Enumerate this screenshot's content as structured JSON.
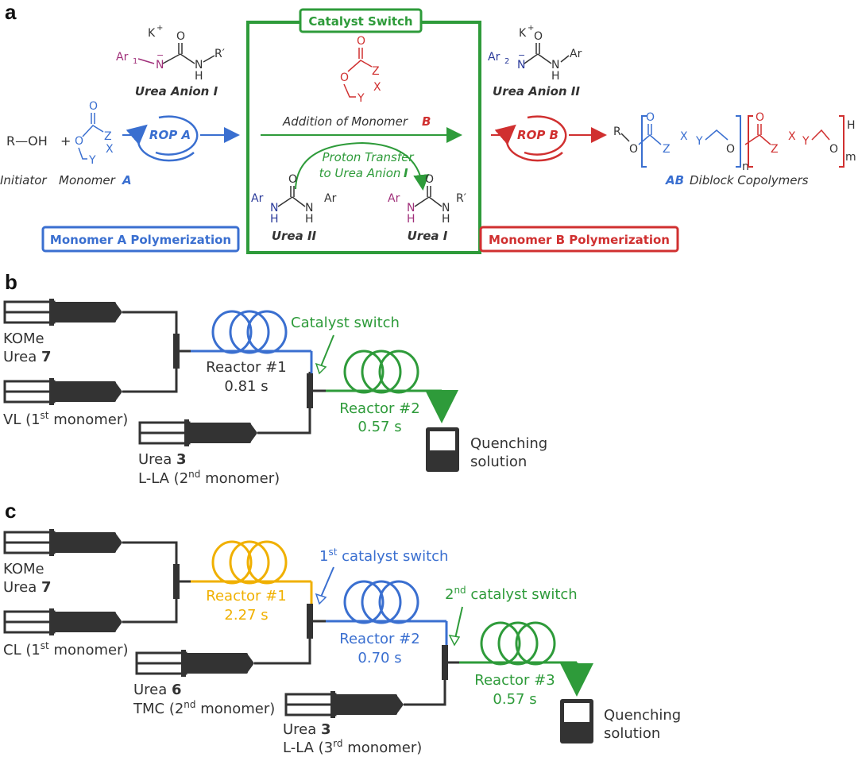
{
  "panels": {
    "a": "a",
    "b": "b",
    "c": "c"
  },
  "panel_a": {
    "catalyst_switch_title": "Catalyst Switch",
    "initiator_formula": "R—OH",
    "plus": "+",
    "initiator_label": "Initiator",
    "monomer_a_label": "Monomer",
    "monomer_a_letter": "A",
    "rop_a": "ROP A",
    "rop_b": "ROP B",
    "urea_anion_1": "Urea Anion I",
    "urea_anion_2": "Urea Anion II",
    "urea_2": "Urea II",
    "urea_1": "Urea I",
    "addition_text": "Addition of Monomer",
    "addition_letter": "B",
    "proton_transfer_1": "Proton Transfer",
    "proton_transfer_2": "to Urea Anion",
    "proton_transfer_letter": "I",
    "copolymer_ab": "AB",
    "copolymer_label": "Diblock Copolymers",
    "monomer_a_polymerization": "Monomer A Polymerization",
    "monomer_b_polymerization": "Monomer B Polymerization",
    "sub_n": "n",
    "sub_m": "m",
    "atoms": {
      "k": "K",
      "plus_sup": "+",
      "o": "O",
      "n": "N",
      "h": "H",
      "ar1": "Ar",
      "ar1_sub": "1",
      "ar2": "Ar",
      "ar2_sub": "2",
      "ar": "Ar",
      "r_prime": "R′",
      "r": "R",
      "z": "Z",
      "x": "X",
      "y": "Y",
      "minus": "−"
    }
  },
  "panel_b": {
    "syringe1_line1": "KOMe",
    "syringe1_line2_prefix": "Urea ",
    "syringe1_line2_bold": "7",
    "syringe2_prefix": "VL (1",
    "syringe2_sup": "st",
    "syringe2_suffix": " monomer)",
    "syringe3_line1_prefix": "Urea ",
    "syringe3_line1_bold": "3",
    "syringe3_line2_prefix": "L-LA (2",
    "syringe3_line2_sup": "nd",
    "syringe3_line2_suffix": " monomer)",
    "reactor1_name": "Reactor #1",
    "reactor1_time": "0.81 s",
    "reactor2_name": "Reactor #2",
    "reactor2_time": "0.57 s",
    "catalyst_switch": "Catalyst switch",
    "quench_line1": "Quenching",
    "quench_line2": "solution"
  },
  "panel_c": {
    "syringe1_line1": "KOMe",
    "syringe1_line2_prefix": "Urea ",
    "syringe1_line2_bold": "7",
    "syringe2_prefix": "CL (1",
    "syringe2_sup": "st",
    "syringe2_suffix": " monomer)",
    "syringe3_line1_prefix": "Urea ",
    "syringe3_line1_bold": "6",
    "syringe3_line2_prefix": "TMC (2",
    "syringe3_line2_sup": "nd",
    "syringe3_line2_suffix": " monomer)",
    "syringe4_line1_prefix": "Urea ",
    "syringe4_line1_bold": "3",
    "syringe4_line2_prefix": "L-LA (3",
    "syringe4_line2_sup": "rd",
    "syringe4_line2_suffix": " monomer)",
    "reactor1_name": "Reactor #1",
    "reactor1_time": "2.27 s",
    "reactor2_name": "Reactor #2",
    "reactor2_time": "0.70 s",
    "reactor3_name": "Reactor #3",
    "reactor3_time": "0.57 s",
    "switch1_num": "1",
    "switch1_sup": "st",
    "switch1_text": " catalyst switch",
    "switch2_num": "2",
    "switch2_sup": "nd",
    "switch2_text": " catalyst switch",
    "quench_line1": "Quenching",
    "quench_line2": "solution"
  },
  "colors": {
    "blue": "#3a6fd0",
    "green": "#2e9b3a",
    "red": "#d03030",
    "orange": "#f0b000",
    "purple": "#a0307a",
    "navy": "#2a3a9a",
    "gray": "#333333"
  }
}
